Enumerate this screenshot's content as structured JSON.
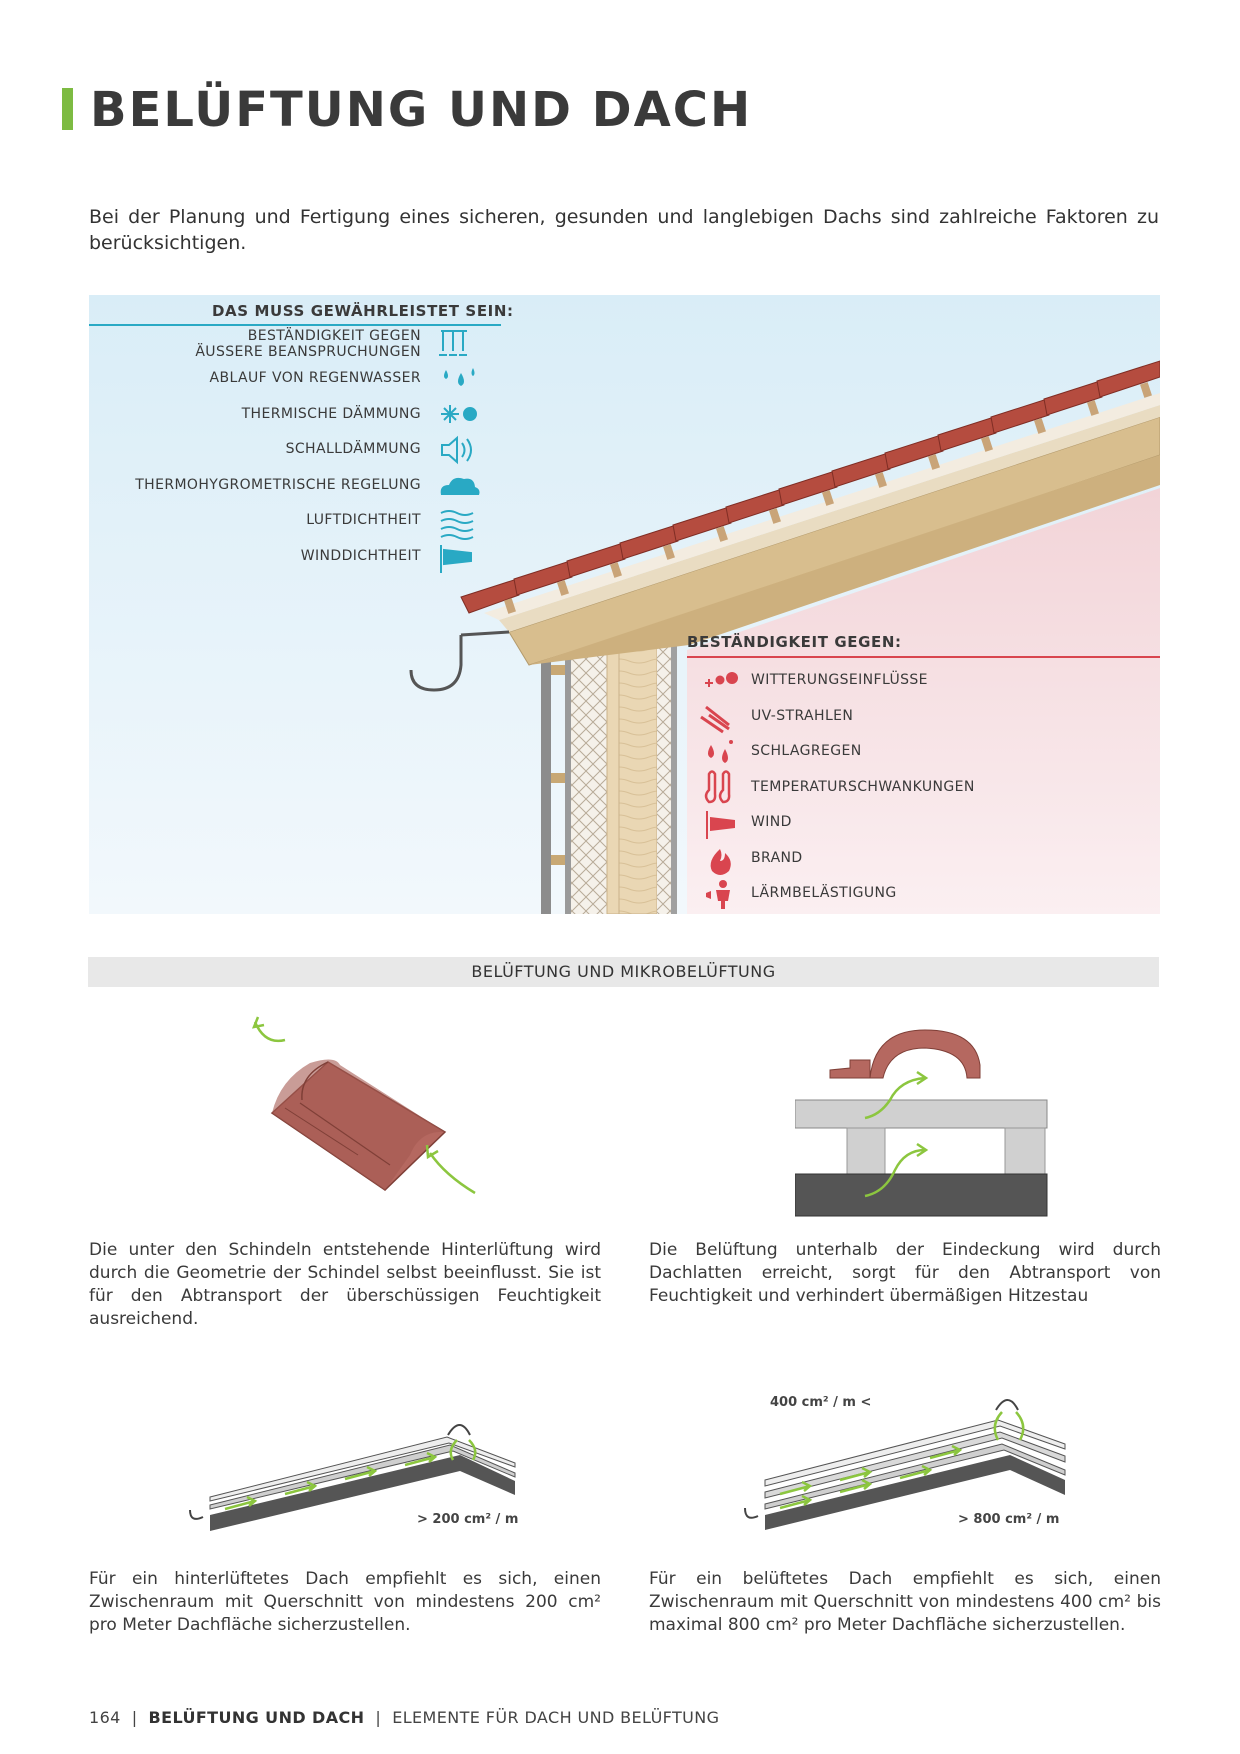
{
  "title": "BELÜFTUNG UND DACH",
  "intro": "Bei der Planung und Fertigung eines sicheren, gesunden und langlebigen Dachs sind zahlreiche Faktoren zu berücksichtigen.",
  "guarantee": {
    "heading": "DAS MUSS GEWÄHRLEISTET SEIN:",
    "item1_line1": "BESTÄNDIGKEIT GEGEN",
    "item1_line2": "ÄUSSERE BEANSPRUCHUNGEN",
    "item2": "ABLAUF VON REGENWASSER",
    "item3": "THERMISCHE DÄMMUNG",
    "item4": "SCHALLDÄMMUNG",
    "item5": "THERMOHYGROMETRISCHE REGELUNG",
    "item6": "LUFTDICHTHEIT",
    "item7": "WINDDICHTHEIT",
    "color": "#29a9c4"
  },
  "resistance": {
    "heading": "BESTÄNDIGKEIT GEGEN:",
    "item1": "WITTERUNGSEINFLÜSSE",
    "item2": "UV-STRAHLEN",
    "item3": "SCHLAGREGEN",
    "item4": "TEMPERATURSCHWANKUNGEN",
    "item5": "WIND",
    "item6": "BRAND",
    "item7": "LÄRMBELÄSTIGUNG",
    "color": "#d9454f"
  },
  "section_heading": "BELÜFTUNG UND MIKROBELÜFTUNG",
  "para_shingle": "Die unter den Schindeln entstehende Hinterlüftung wird durch die Geometrie der Schindel selbst beeinflusst. Sie ist für den Abtransport der überschüssigen Feuchtigkeit ausreichend.",
  "para_battens": "Die Belüftung unterhalb der Eindeckung wird durch Dachlatten erreicht, sorgt für den Abtransport von Feuchtigkeit und verhindert übermäßigen Hitzestau",
  "label_200": "> 200 cm² / m",
  "label_400": "400 cm² / m  <",
  "label_800": "> 800 cm² / m",
  "para_back_ventilated": "Für ein hinterlüftetes Dach empfiehlt es sich, einen Zwischenraum mit Querschnitt von mindestens 200 cm² pro Meter Dachfläche sicherzustellen.",
  "para_ventilated": "Für ein belüftetes Dach empfiehlt es sich, einen Zwischenraum mit Querschnitt von mindestens 400 cm² bis maximal 800 cm² pro Meter Dachfläche sicherzustellen.",
  "footer": {
    "page": "164",
    "chapter": "BELÜFTUNG UND DACH",
    "section": "ELEMENTE FÜR DACH UND BELÜFTUNG"
  },
  "colors": {
    "accent_green": "#7dbb42",
    "tile_red": "#b54c3f",
    "arrow_green": "#8cc63f"
  }
}
